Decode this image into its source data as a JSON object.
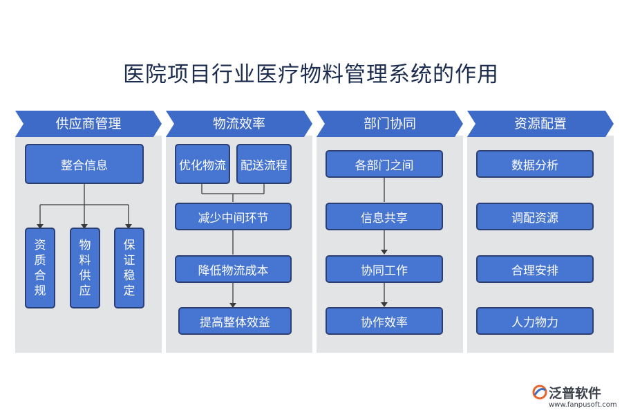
{
  "title": "医院项目行业医疗物料管理系统的作用",
  "colors": {
    "banner": "#3e6ac8",
    "box": "#4775d2",
    "border": "#2c3f73",
    "panel": "#e3e4e6",
    "line": "#3a3a3a"
  },
  "columns": [
    {
      "header": "供应商管理",
      "top_box": "整合信息",
      "sub_boxes": [
        "资质合规",
        "物料供应",
        "保证稳定"
      ]
    },
    {
      "header": "物流效率",
      "top_left": "优化物流",
      "top_right": "配送流程",
      "steps": [
        "减少中间环节",
        "降低物流成本",
        "提高整体效益"
      ]
    },
    {
      "header": "部门协同",
      "steps": [
        "各部门之间",
        "信息共享",
        "协同工作",
        "协作效率"
      ]
    },
    {
      "header": "资源配置",
      "items": [
        "数据分析",
        "调配资源",
        "合理安排",
        "人力物力"
      ]
    }
  ],
  "logo": {
    "name": "泛普软件",
    "url": "www.fanpusoft.com",
    "icon": "fanpu-logo-icon"
  }
}
